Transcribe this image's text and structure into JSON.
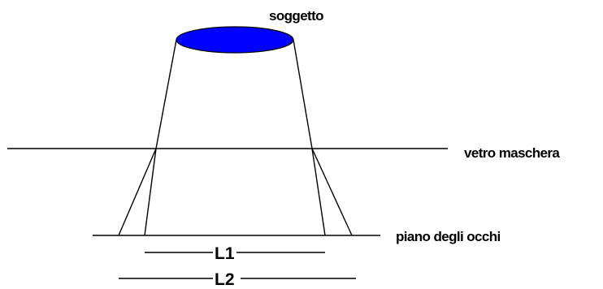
{
  "labels": {
    "subject": "soggetto",
    "mask_glass": "vetro maschera",
    "eye_plane": "piano degli occhi",
    "l1": "L1",
    "l2": "L2"
  },
  "colors": {
    "subject_fill": "#0000ff",
    "line": "#000000",
    "background": "#ffffff"
  }
}
